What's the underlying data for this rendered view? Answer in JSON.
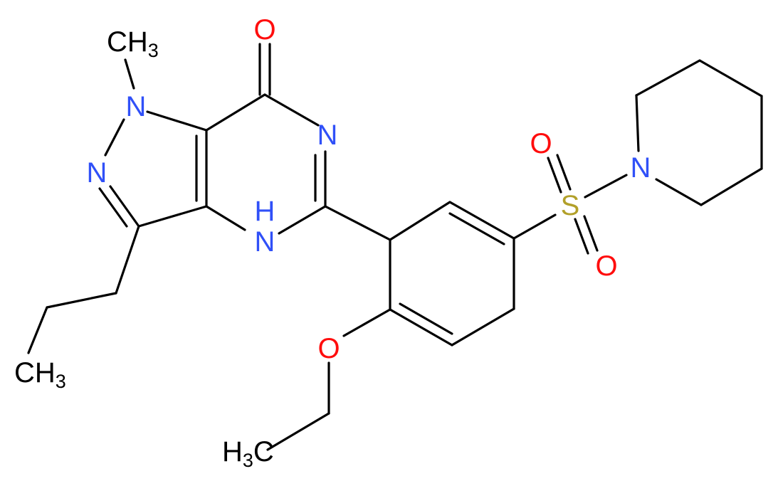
{
  "molecule": {
    "atoms": {
      "o_carbonyl": {
        "text": "O",
        "color": "#ff0d0d"
      },
      "n_ring_top": {
        "text": "N",
        "color": "#3050f8"
      },
      "n_methyl": {
        "text": "N",
        "color": "#3050f8"
      },
      "n_pyrazole": {
        "text": "N",
        "color": "#3050f8"
      },
      "nh_n": {
        "text": "N",
        "color": "#3050f8"
      },
      "nh_h": {
        "text": "H",
        "color": "#3050f8"
      },
      "o_ether": {
        "text": "O",
        "color": "#ff0d0d"
      },
      "s_sulfonyl": {
        "text": "S",
        "color": "#b2a02a"
      },
      "o_sulfonyl_top": {
        "text": "O",
        "color": "#ff0d0d"
      },
      "o_sulfonyl_bottom": {
        "text": "O",
        "color": "#ff0d0d"
      },
      "n_piperidine": {
        "text": "N",
        "color": "#3050f8"
      }
    },
    "groups": {
      "methyl_top": {
        "main": "CH",
        "sub": "3",
        "color": "#000000"
      },
      "methyl_propyl": {
        "main": "CH",
        "sub": "3",
        "color": "#000000"
      },
      "methyl_ethoxy": {
        "h": "H",
        "sub": "3",
        "c": "C",
        "color": "#000000"
      }
    }
  }
}
